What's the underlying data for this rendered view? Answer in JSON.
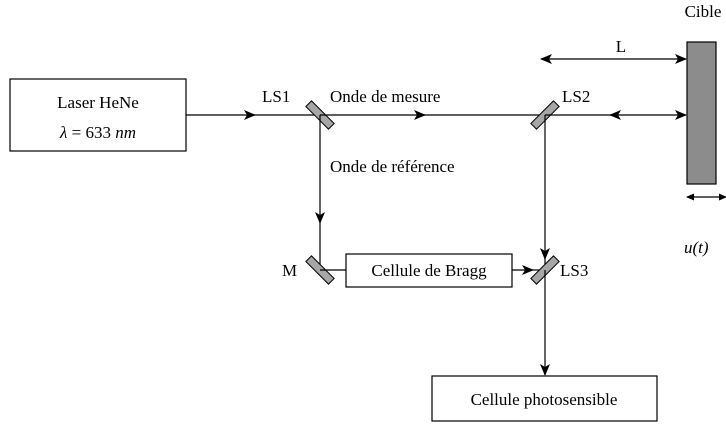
{
  "laser": {
    "line1": "Laser HeNe",
    "lambda_symbol": "λ",
    "equals": " = 633 ",
    "unit": "nm"
  },
  "beams": {
    "measure": "Onde de mesure",
    "reference": "Onde de référence"
  },
  "splitters": {
    "ls1": "LS1",
    "ls2": "LS2",
    "ls3": "LS3"
  },
  "mirror_m": "M",
  "bragg_cell": "Cellule de Bragg",
  "photocell": "Cellule photosensible",
  "target": {
    "label": "Cible",
    "distance_label": "L",
    "displacement_label": "u(t)"
  },
  "colors": {
    "mirror_fill": "#a6a6a6",
    "target_fill": "#8c8c8c"
  }
}
